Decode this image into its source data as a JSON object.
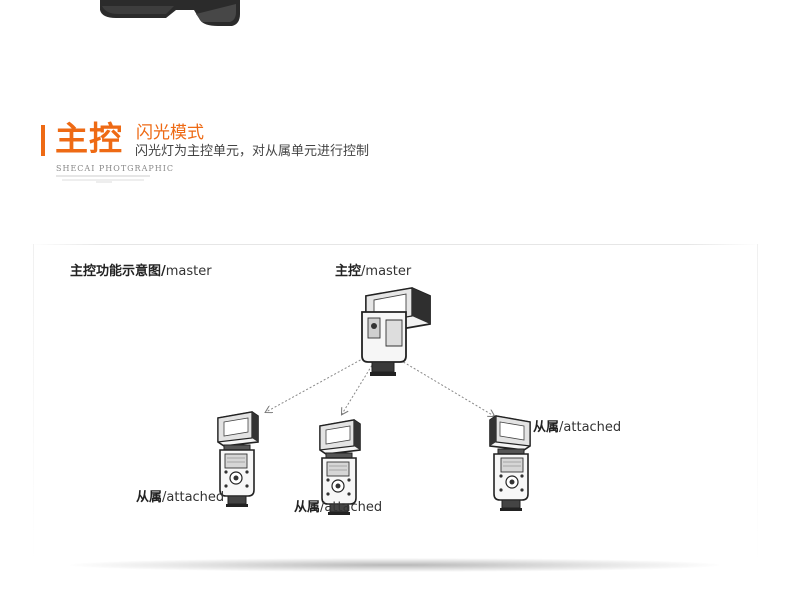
{
  "header": {
    "title": "主控",
    "subtitle": "闪光模式",
    "description": "闪光灯为主控单元，对从属单元进行控制",
    "brand_text": "SHECAI PHOTGRAPHIC"
  },
  "diagram": {
    "caption_cn": "主控功能示意图",
    "caption_sep": "/",
    "caption_en": "master",
    "master": {
      "cn": "主控",
      "sep": "/",
      "en": "master"
    },
    "slaves": [
      {
        "cn": "从属",
        "sep": "/",
        "en": "attached"
      },
      {
        "cn": "从属",
        "sep": "/",
        "en": "attached"
      },
      {
        "cn": "从属",
        "sep": "/",
        "en": "attached"
      }
    ]
  },
  "colors": {
    "accent": "#ee6a14",
    "text": "#333333",
    "line": "#888888"
  },
  "icons": [
    "flash-unit-icon",
    "product-base-icon"
  ]
}
